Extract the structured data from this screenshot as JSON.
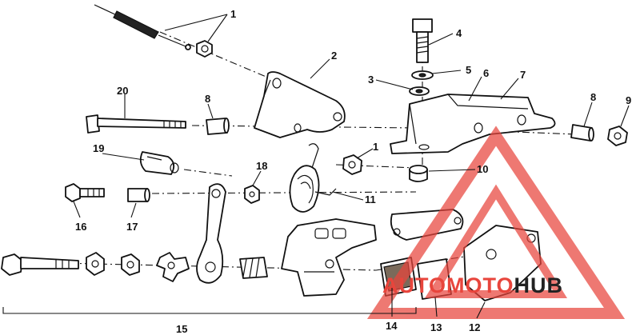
{
  "diagram": {
    "callouts": [
      "1",
      "2",
      "3",
      "4",
      "5",
      "6",
      "7",
      "8",
      "9",
      "10",
      "11",
      "12",
      "13",
      "14",
      "15",
      "16",
      "17",
      "18",
      "19",
      "20"
    ],
    "callouts_repeated": [
      "1",
      "8"
    ]
  },
  "watermark": {
    "brand_word_1": "AUTO",
    "brand_word_2": "MOTO",
    "brand_word_3": "HUB",
    "colors": {
      "primary": "#e8453c",
      "secondary": "#222222"
    }
  }
}
